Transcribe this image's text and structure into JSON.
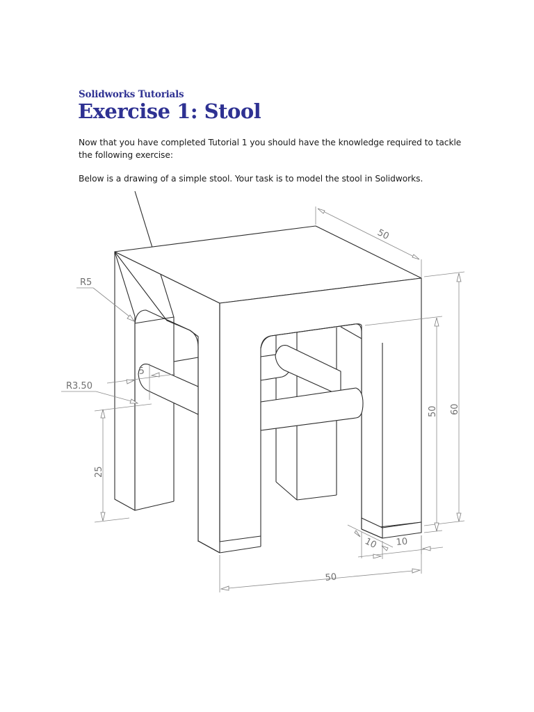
{
  "document": {
    "series_title": "Solidworks Tutorials",
    "title": "Exercise 1: Stool",
    "paragraphs": [
      "Now that you have completed Tutorial 1 you should have the knowledge required to tackle the following exercise:",
      "Below is a drawing of a simple stool. Your task is to model the stool in Solidworks."
    ],
    "accent_color": "#2e3192"
  },
  "drawing": {
    "subject": "simple-stool-isometric",
    "dimensions": {
      "seat_depth": "50",
      "seat_width": "50",
      "overall_height": "60",
      "leg_height": "50",
      "leg_width_a": "10",
      "leg_width_b": "10",
      "fillet_radius": "R5",
      "bar_radius": "R3.50",
      "bar_offset": "5",
      "bar_height": "25"
    }
  }
}
